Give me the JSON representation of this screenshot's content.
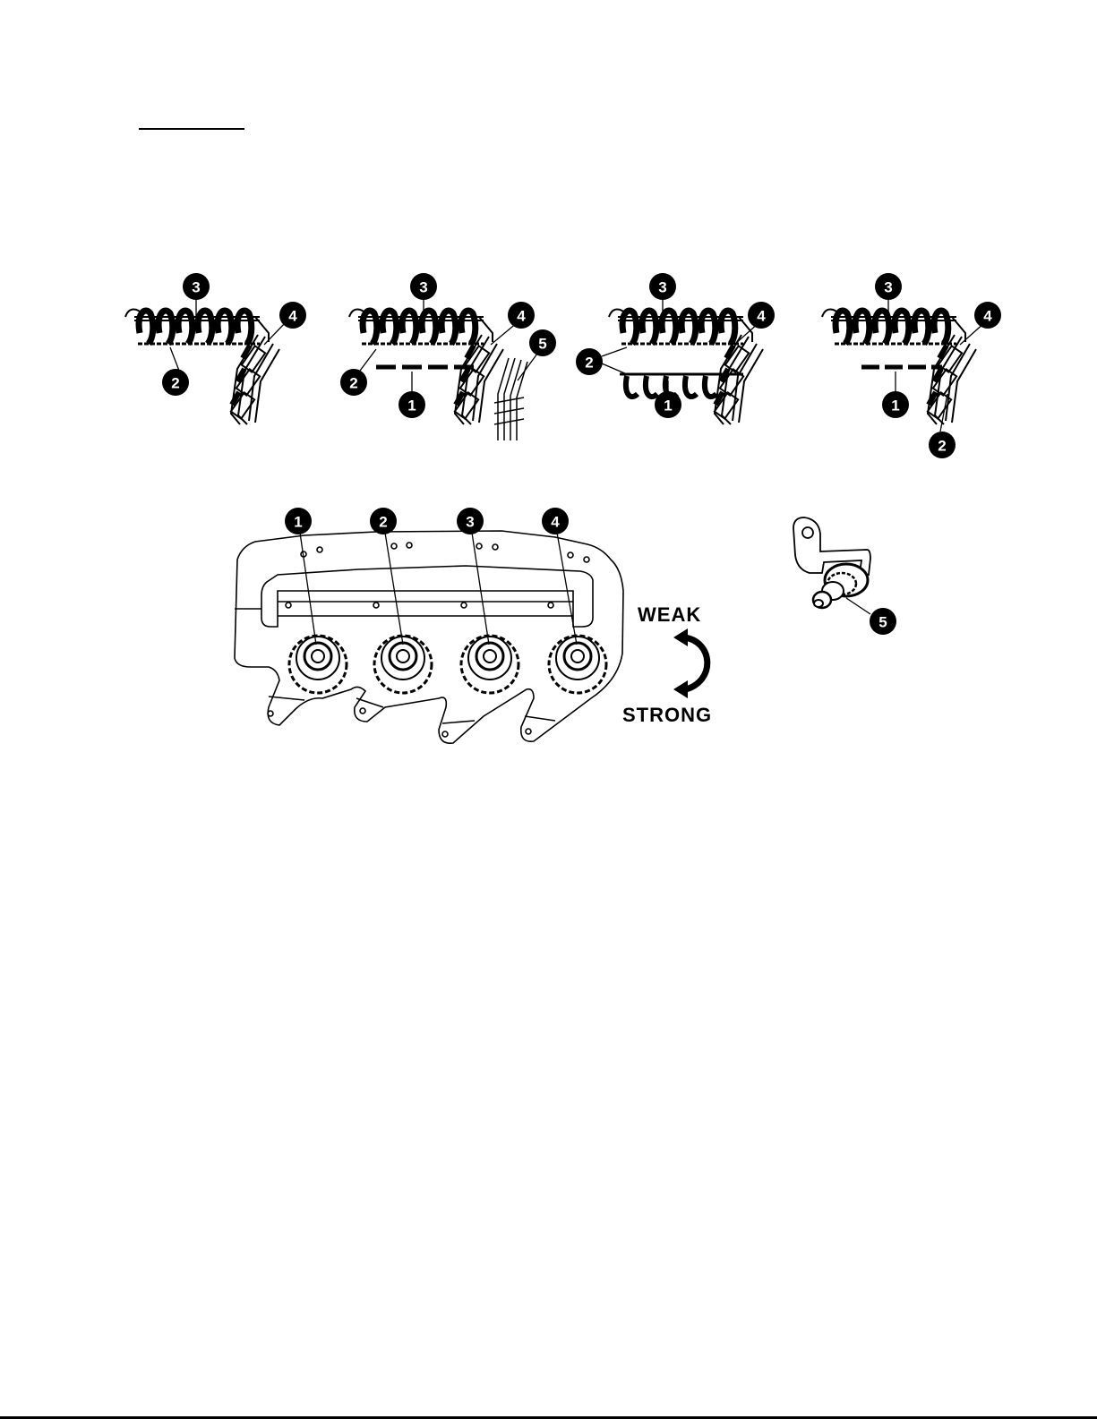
{
  "tension_dial": {
    "weak_label": "WEAK",
    "strong_label": "STRONG"
  },
  "stitch_diagrams": [
    {
      "callouts": [
        "3",
        "4",
        "2"
      ]
    },
    {
      "callouts": [
        "3",
        "4",
        "5",
        "2",
        "1"
      ]
    },
    {
      "callouts": [
        "3",
        "4",
        "2",
        "1"
      ]
    },
    {
      "callouts": [
        "3",
        "4",
        "1",
        "2"
      ]
    }
  ],
  "tension_assembly": {
    "knob_callouts": [
      "1",
      "2",
      "3",
      "4"
    ],
    "part_callout": "5"
  }
}
